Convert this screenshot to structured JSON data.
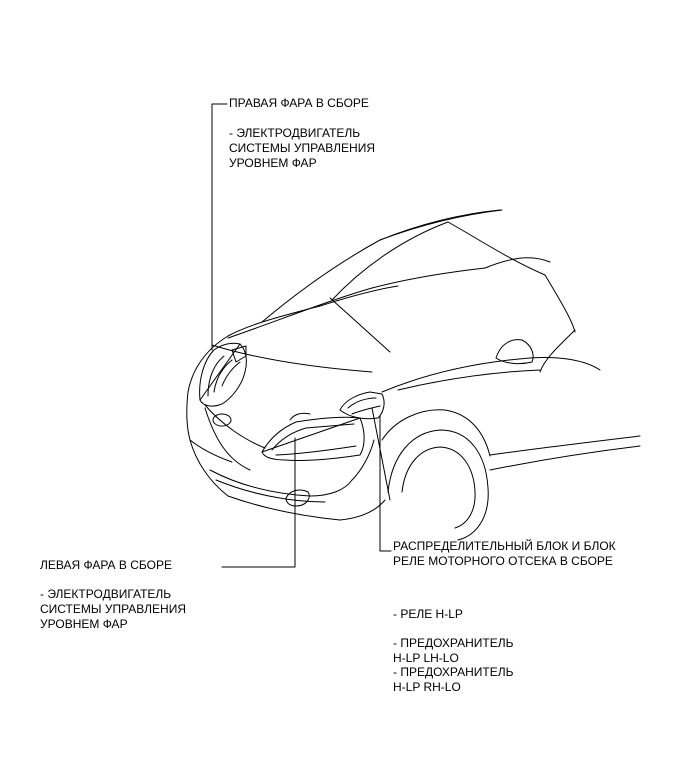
{
  "labels": {
    "right_headlight": {
      "title": "ПРАВАЯ ФАРА В СБОРЕ",
      "item_line1": "- ЭЛЕКТРОДВИГАТЕЛЬ",
      "item_line2": "СИСТЕМЫ УПРАВЛЕНИЯ",
      "item_line3": "УРОВНЕМ ФАР"
    },
    "left_headlight": {
      "title": "ЛЕВАЯ ФАРА В СБОРЕ",
      "item_line1": "- ЭЛЕКТРОДВИГАТЕЛЬ",
      "item_line2": "СИСТЕМЫ УПРАВЛЕНИЯ",
      "item_line3": "УРОВНЕМ ФАР"
    },
    "relay_block": {
      "title_line1": "РАСПРЕДЕЛИТЕЛЬНЫЙ БЛОК И БЛОК",
      "title_line2": "РЕЛЕ МОТОРНОГО ОТСЕКА В СБОРЕ",
      "relay": "- РЕЛЕ H-LP",
      "fuse1_line1": "- ПРЕДОХРАНИТЕЛЬ",
      "fuse1_line2": "H-LP LH-LO",
      "fuse2_line1": "- ПРЕДОХРАНИТЕЛЬ",
      "fuse2_line2": "H-LP RH-LO"
    }
  },
  "colors": {
    "ink": "#000000",
    "background": "#ffffff"
  }
}
